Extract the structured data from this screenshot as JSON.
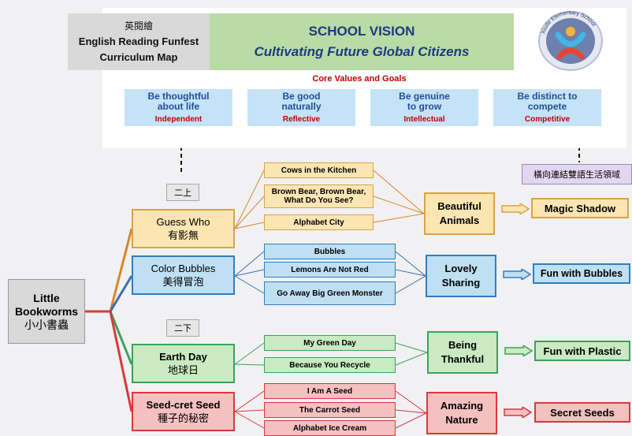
{
  "header": {
    "title_zh": "英閱繪",
    "title_en_line1": "English Reading Funfest",
    "title_en_line2": "Curriculum Map",
    "vision_title": "SCHOOL VISION",
    "vision_subtitle": "Cultivating Future Global Citizens",
    "logo_text": "Xiude Elementary School",
    "core_values_title": "Core Values and Goals"
  },
  "core_values": [
    {
      "line1": "Be thoughtful",
      "line2": "about life",
      "tag": "Independent"
    },
    {
      "line1": "Be good",
      "line2": "naturally",
      "tag": "Reflective"
    },
    {
      "line1": "Be genuine",
      "line2": "to grow",
      "tag": "Intellectual"
    },
    {
      "line1": "Be distinct to",
      "line2": "compete",
      "tag": "Competitive"
    }
  ],
  "side_note": "橫向連結雙語生活領域",
  "semesters": {
    "first": "二上",
    "second": "二下"
  },
  "root": {
    "line1": "Little",
    "line2": "Bookworms",
    "zh": "小小書蟲"
  },
  "units": [
    {
      "en": "Guess Who",
      "zh": "有影無",
      "books": [
        "Cows in the Kitchen",
        "Brown Bear, Brown Bear, What Do You See?",
        "Alphabet City"
      ],
      "theme_line1": "Beautiful",
      "theme_line2": "Animals",
      "outcome": "Magic Shadow"
    },
    {
      "en": "Color Bubbles",
      "zh": "美得冒泡",
      "books": [
        "Bubbles",
        "Lemons Are Not Red",
        "Go Away Big Green Monster"
      ],
      "theme_line1": "Lovely",
      "theme_line2": "Sharing",
      "outcome": "Fun with Bubbles"
    },
    {
      "en": "Earth Day",
      "zh": "地球日",
      "books": [
        "My Green Day",
        "Because You Recycle"
      ],
      "theme_line1": "Being",
      "theme_line2": "Thankful",
      "outcome": "Fun with Plastic"
    },
    {
      "en": "Seed-cret Seed",
      "zh": "種子的秘密",
      "books": [
        "I Am A Seed",
        "The Carrot Seed",
        "Alphabet Ice Cream"
      ],
      "theme_line1": "Amazing",
      "theme_line2": "Nature",
      "outcome": "Secret Seeds"
    }
  ],
  "colors": {
    "yellow_fill": "#fbe5b3",
    "yellow_border": "#d9a441",
    "blue_fill": "#bfe0f2",
    "blue_border": "#2f7ec1",
    "green_fill": "#c9eac2",
    "green_border": "#3aa35b",
    "red_fill": "#f5c0c0",
    "red_border": "#d9393a",
    "orange_line": "#d9862d",
    "blue_line": "#3a6fb0",
    "green_line": "#3aa35b",
    "red_line": "#d9393a"
  }
}
